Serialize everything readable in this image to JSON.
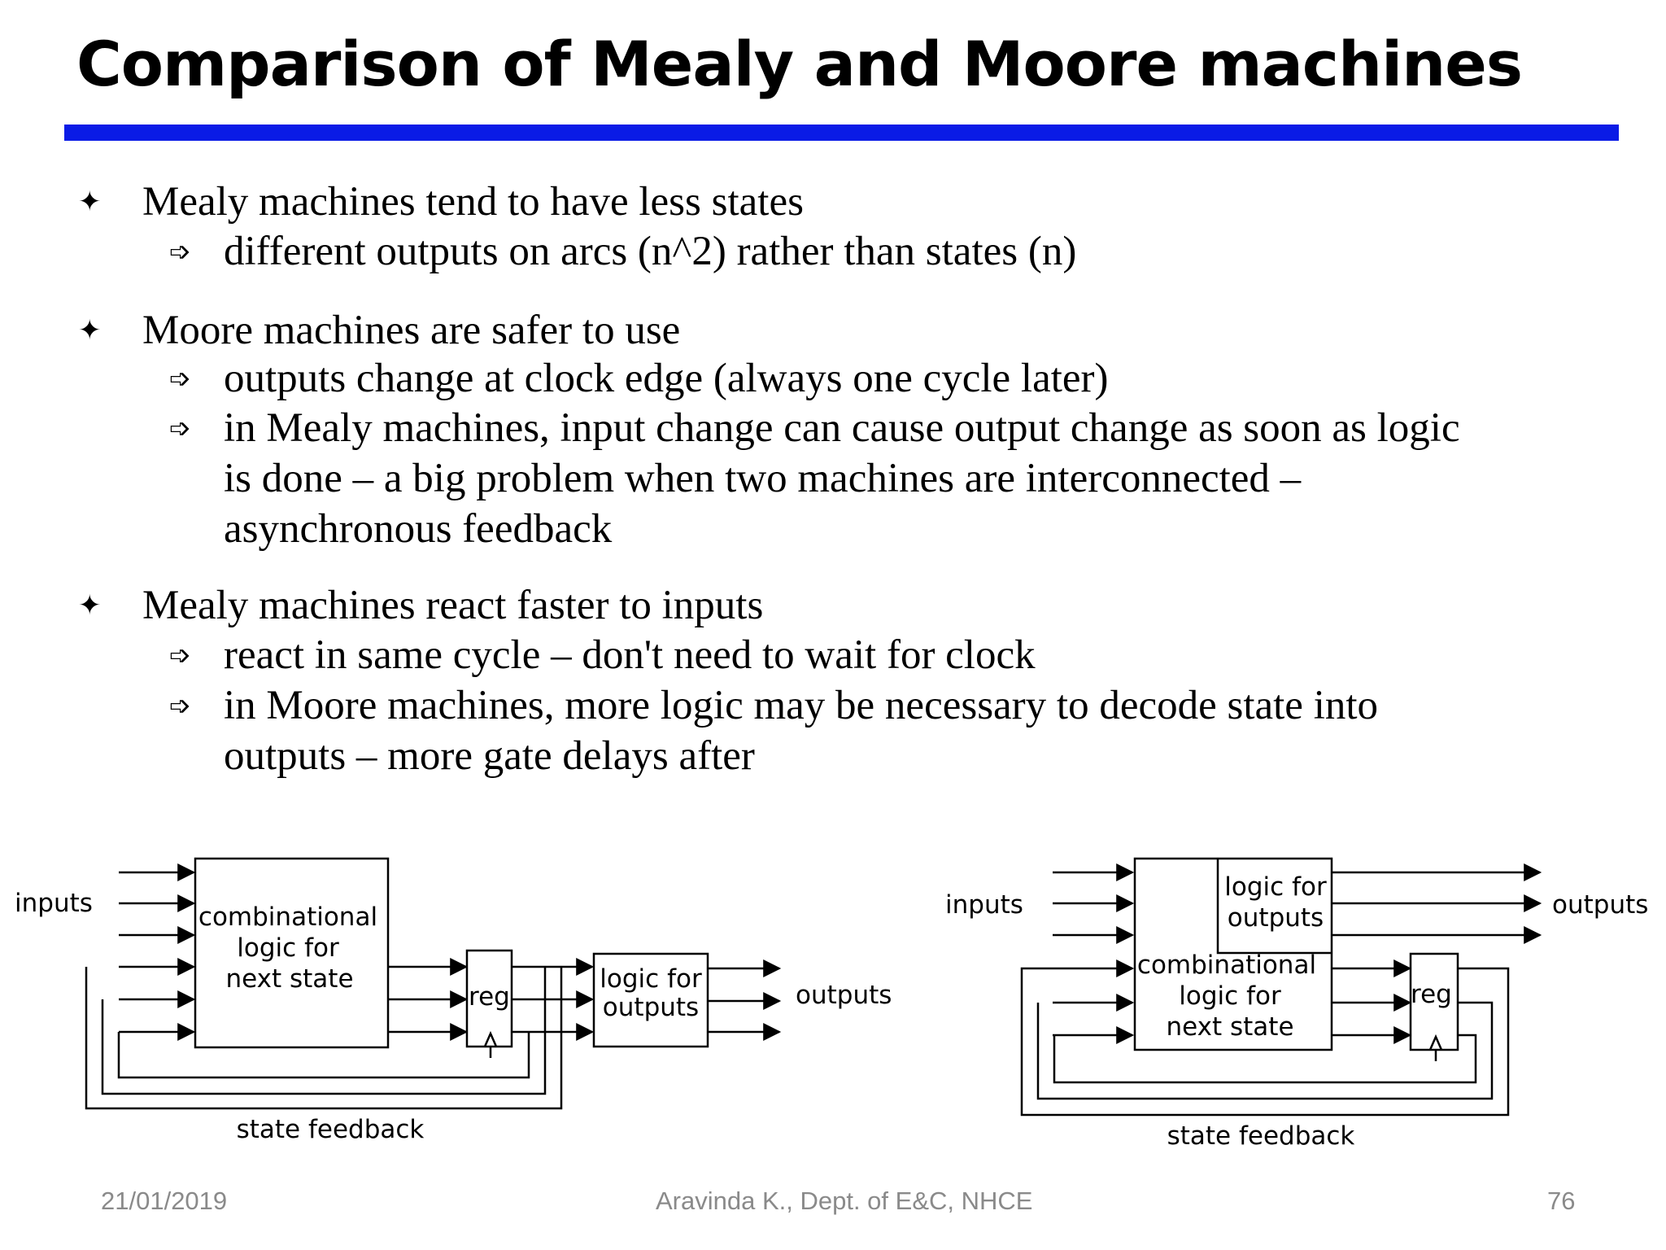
{
  "title": "Comparison of Mealy and Moore machines",
  "colors": {
    "rule": "#0a1be6",
    "footer_text": "#8a8a8a"
  },
  "bullets": [
    {
      "text": "Mealy machines tend to have less states",
      "subs": [
        [
          "different outputs on arcs (n^2) rather than states (n)"
        ]
      ]
    },
    {
      "text": "Moore machines are safer to use",
      "subs": [
        [
          "outputs change at clock edge (always one cycle later)"
        ],
        [
          "in Mealy machines, input change can cause output change as soon as logic",
          "is done – a big problem when two machines are interconnected –",
          "asynchronous feedback"
        ]
      ]
    },
    {
      "text": "Mealy machines react faster to inputs",
      "subs": [
        [
          "react in same cycle – don't need to wait for clock"
        ],
        [
          "in Moore machines, more logic may be necessary to decode state into",
          "outputs – more gate delays after"
        ]
      ]
    }
  ],
  "left_diagram": {
    "inputs_label": "inputs",
    "block_label": [
      "combinational",
      "logic for",
      "next state"
    ],
    "reg_label": "reg",
    "out_block_label": [
      "logic for",
      "outputs"
    ],
    "outputs_label": "outputs",
    "feedback_label": "state feedback"
  },
  "right_diagram": {
    "inputs_label": "inputs",
    "out_block_label": [
      "logic for",
      "outputs"
    ],
    "block_label": [
      "combinational",
      "logic for",
      "next state"
    ],
    "reg_label": "reg",
    "outputs_label": "outputs",
    "feedback_label": "state feedback"
  },
  "footer": {
    "date": "21/01/2019",
    "author": "Aravinda K., Dept. of E&C, NHCE",
    "page": "76"
  }
}
